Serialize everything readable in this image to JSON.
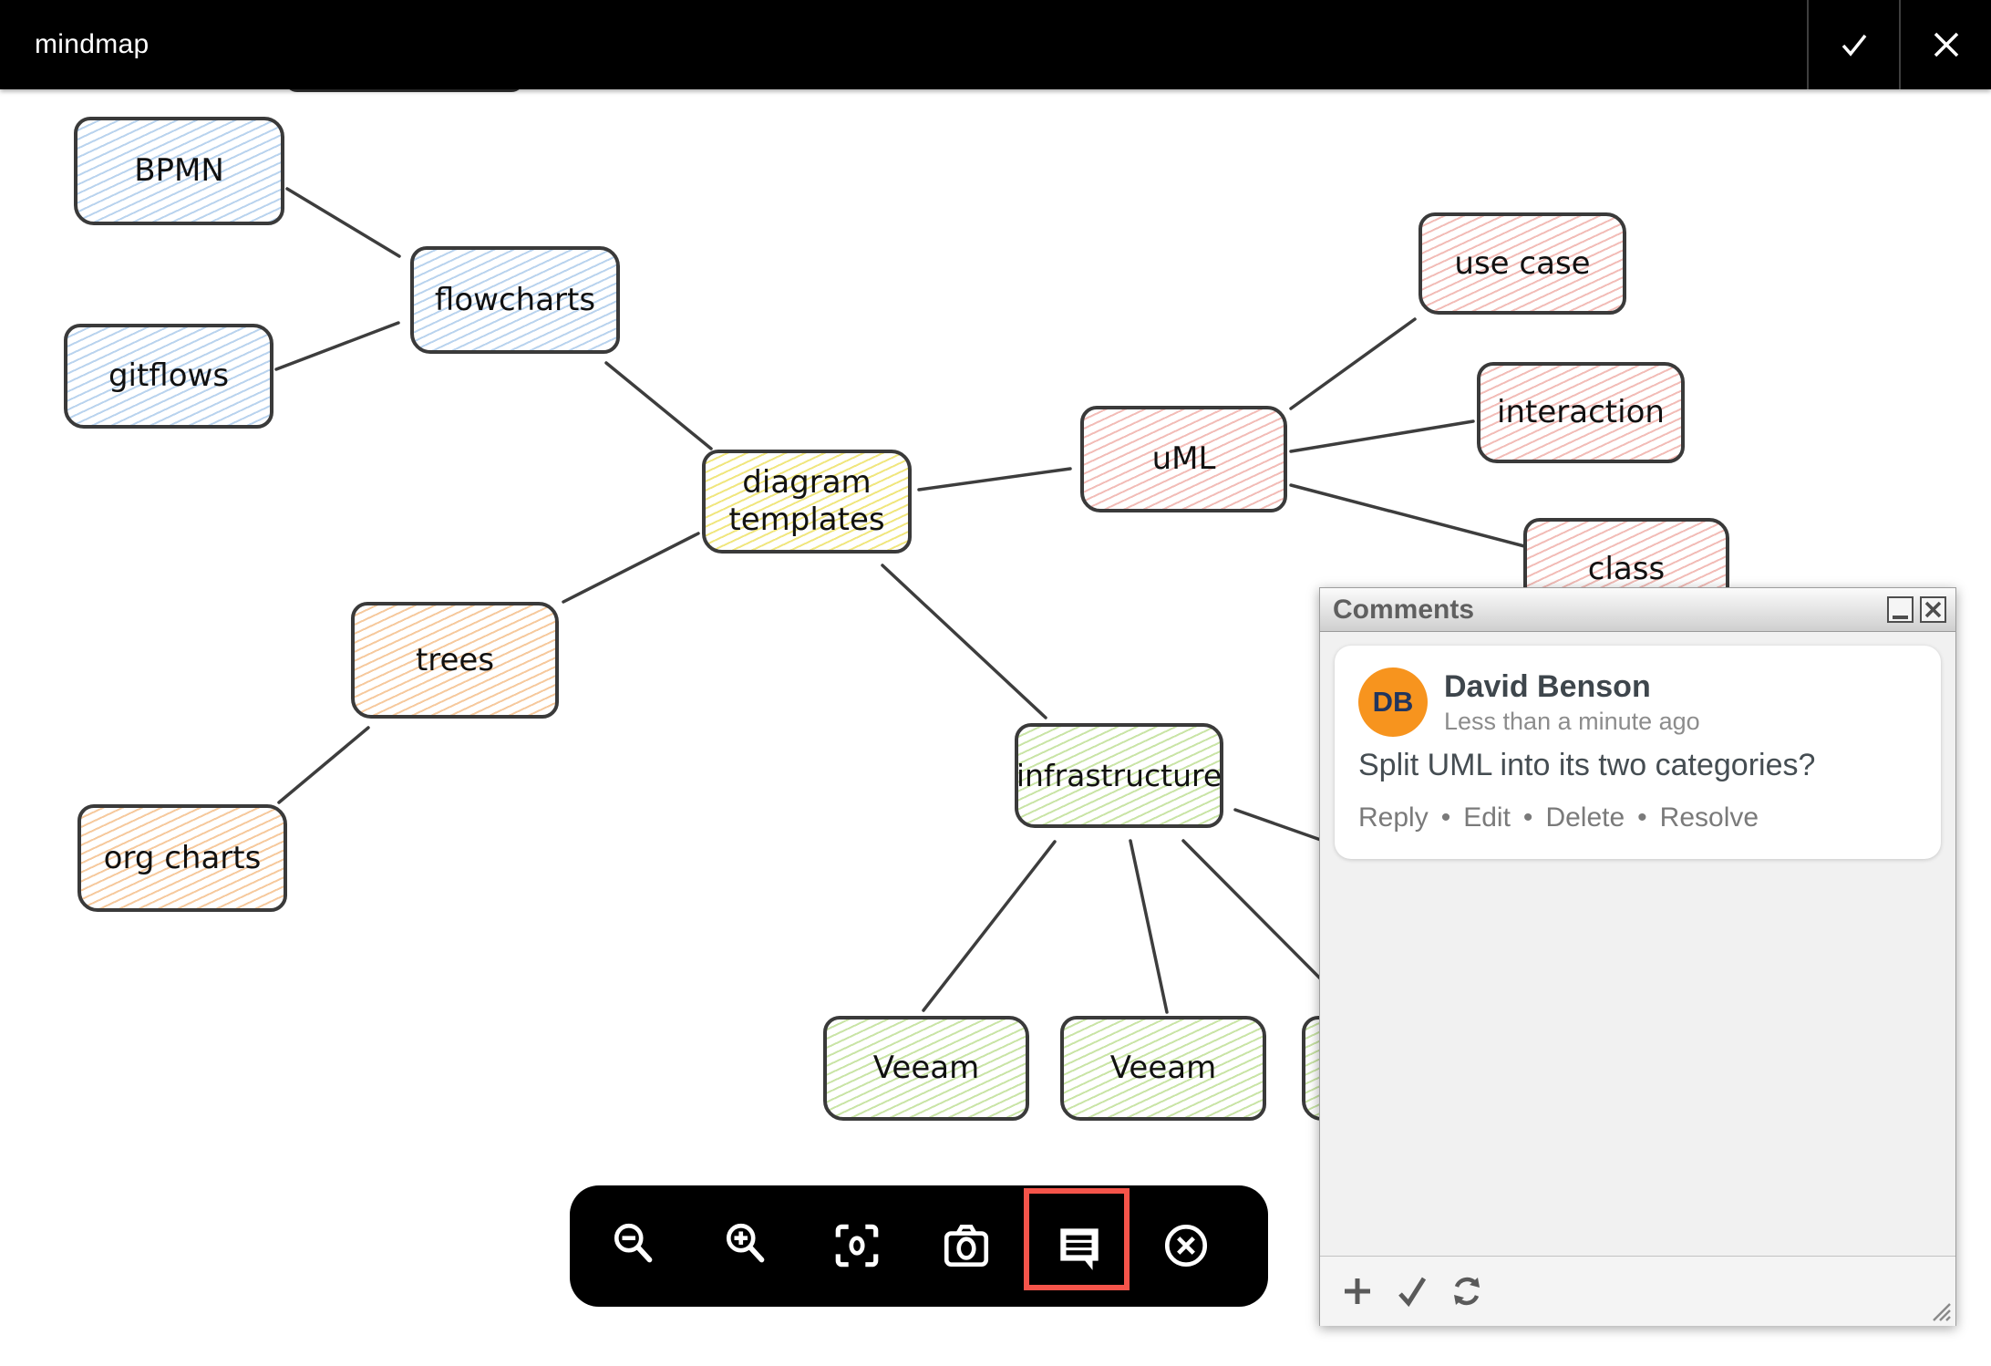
{
  "titlebar": {
    "title": "mindmap"
  },
  "nodes": [
    {
      "id": "bpmn",
      "label": "BPMN",
      "theme": "blue"
    },
    {
      "id": "flowcharts",
      "label": "flowcharts",
      "theme": "blue"
    },
    {
      "id": "gitflows",
      "label": "gitflows",
      "theme": "blue"
    },
    {
      "id": "diagram-templates",
      "label": "diagram\ntemplates",
      "theme": "yellow"
    },
    {
      "id": "uml",
      "label": "uML",
      "theme": "red"
    },
    {
      "id": "use-case",
      "label": "use case",
      "theme": "red"
    },
    {
      "id": "interaction",
      "label": "interaction",
      "theme": "red"
    },
    {
      "id": "class",
      "label": "class",
      "theme": "red"
    },
    {
      "id": "trees",
      "label": "trees",
      "theme": "orange"
    },
    {
      "id": "org-charts",
      "label": "org charts",
      "theme": "orange"
    },
    {
      "id": "infrastructure",
      "label": "infrastructure",
      "theme": "green"
    },
    {
      "id": "veeam-1",
      "label": "Veeam",
      "theme": "green"
    },
    {
      "id": "veeam-2",
      "label": "Veeam",
      "theme": "green"
    }
  ],
  "comments_panel": {
    "title": "Comments",
    "separator": "•",
    "comment": {
      "initials": "DB",
      "author": "David Benson",
      "time": "Less than a minute ago",
      "text": "Split UML into its two categories?",
      "actions": [
        "Reply",
        "Edit",
        "Delete",
        "Resolve"
      ]
    }
  },
  "toolbar": {
    "buttons": [
      "zoom-out",
      "zoom-in",
      "reset-view",
      "screenshot",
      "comments",
      "exit"
    ],
    "highlighted_button": "comments",
    "highlight_color": "#f5544a"
  },
  "colors": {
    "avatar_orange": "#f7941e",
    "node_blue": "#b9d3ee",
    "node_yellow": "#f0e67e",
    "node_red": "#f2bcb7",
    "node_orange": "#f6c99d",
    "node_green": "#c9e4a6"
  }
}
